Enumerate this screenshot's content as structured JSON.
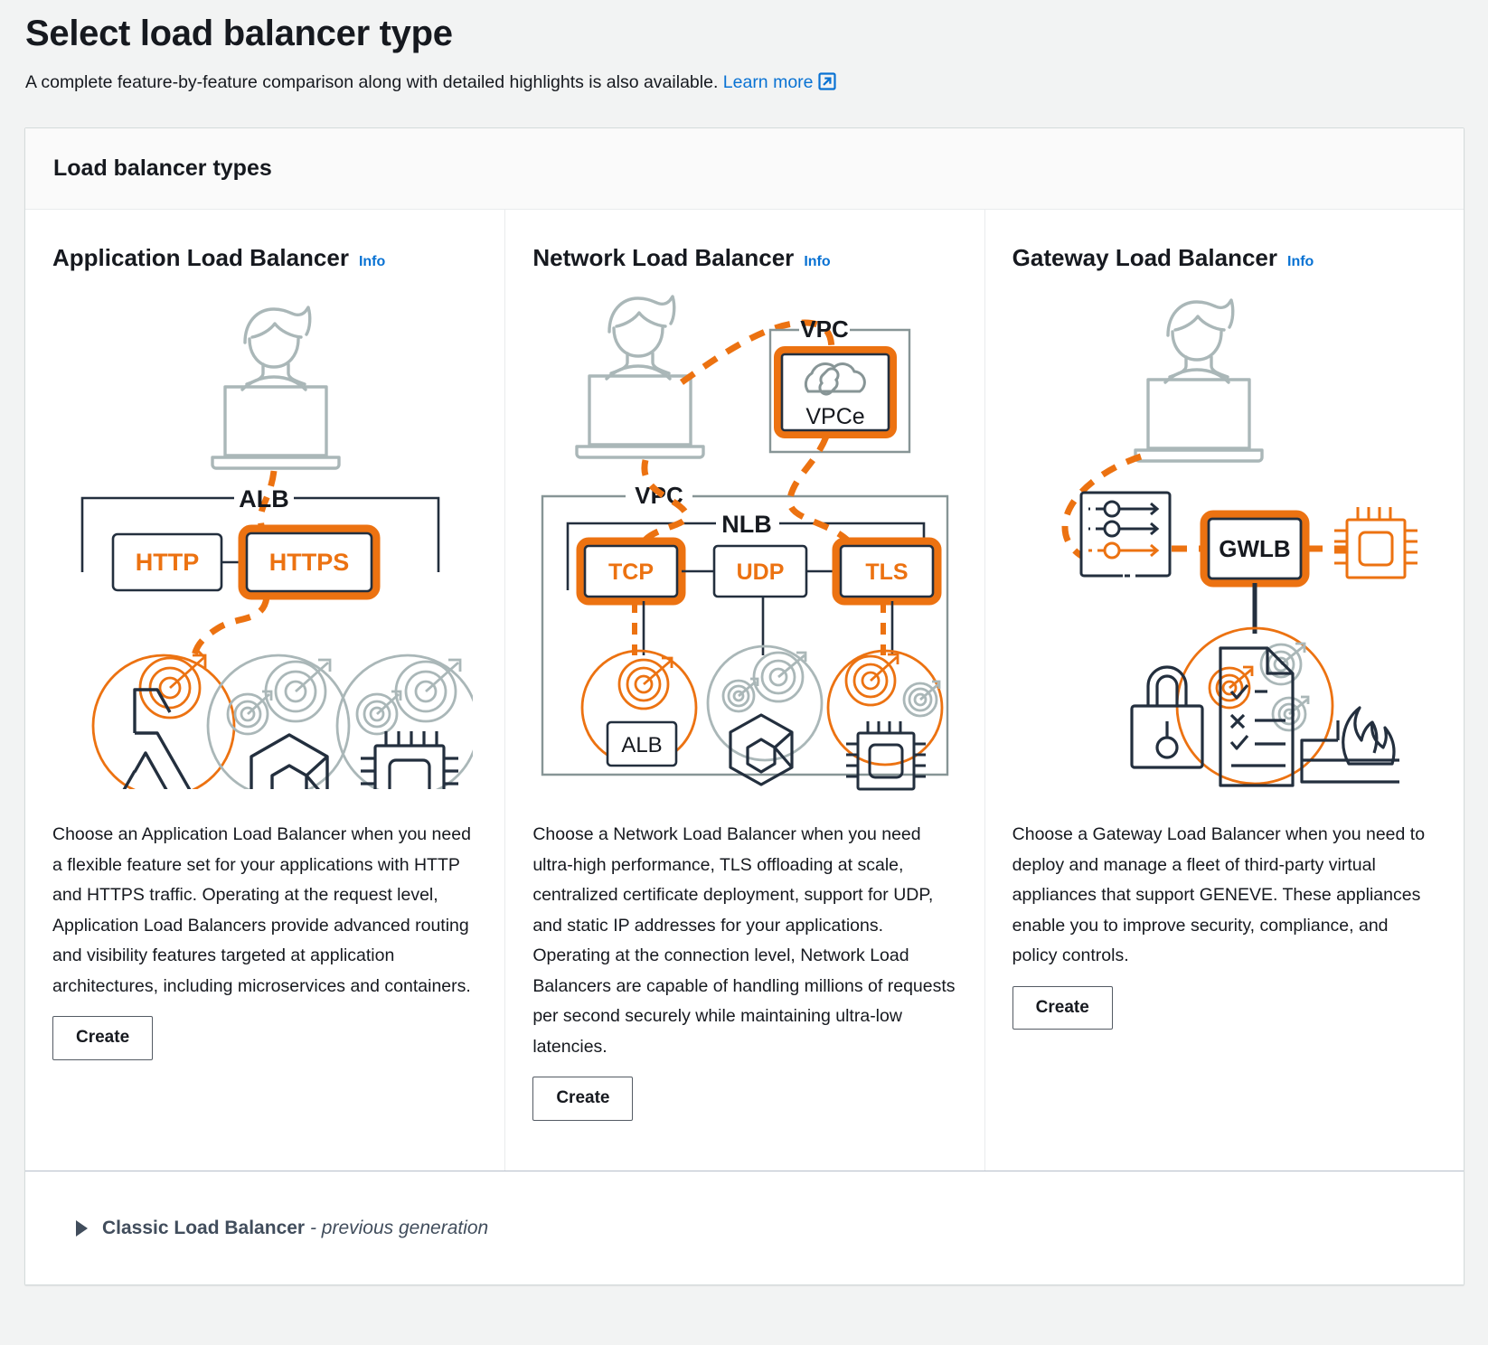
{
  "header": {
    "title": "Select load balancer type",
    "subtitle_text": "A complete feature-by-feature comparison along with detailed highlights is also available.",
    "learn_more_label": "Learn more",
    "external_link_icon": "external-link-icon"
  },
  "card": {
    "section_title": "Load balancer types"
  },
  "columns": [
    {
      "title": "Application Load Balancer",
      "info_label": "Info",
      "description": "Choose an Application Load Balancer when you need a flexible feature set for your applications with HTTP and HTTPS traffic. Operating at the request level, Application Load Balancers provide advanced routing and visibility features targeted at application architectures, including microservices and containers.",
      "create_label": "Create",
      "diagram": {
        "group_label": "ALB",
        "listeners": [
          "HTTP",
          "HTTPS"
        ],
        "selected_listener": "HTTPS",
        "targets": [
          "lambda-icon",
          "container-icon",
          "instance-icon"
        ],
        "selected_target": "lambda-icon",
        "actor": "user-at-laptop-icon"
      }
    },
    {
      "title": "Network Load Balancer",
      "info_label": "Info",
      "description": "Choose a Network Load Balancer when you need ultra-high performance, TLS offloading at scale, centralized certificate deployment, support for UDP, and static IP addresses for your applications. Operating at the connection level, Network Load Balancers are capable of handling millions of requests per second securely while maintaining ultra-low latencies.",
      "create_label": "Create",
      "diagram": {
        "vpc_label_top": "VPC",
        "vpce_label": "VPCe",
        "vpc_label_main": "VPC",
        "group_label": "NLB",
        "listeners": [
          "TCP",
          "UDP",
          "TLS"
        ],
        "selected_listeners": [
          "TCP",
          "TLS"
        ],
        "target_alb_label": "ALB",
        "targets": [
          "alb-icon",
          "container-icon",
          "instance-icon"
        ],
        "actor": "user-at-laptop-icon"
      }
    },
    {
      "title": "Gateway Load Balancer",
      "info_label": "Info",
      "description": "Choose a Gateway Load Balancer when you need to deploy and manage a fleet of third-party virtual appliances that support GENEVE. These appliances enable you to improve security, compliance, and policy controls.",
      "create_label": "Create",
      "diagram": {
        "group_label": "GWLB",
        "routes_icon": "route-table-icon",
        "instance_icon": "instance-icon",
        "appliance_icons": [
          "lock-icon",
          "compliance-document-icon",
          "firewall-icon"
        ],
        "actor": "user-at-laptop-icon"
      }
    }
  ],
  "footer": {
    "expander_label": "Classic Load Balancer",
    "expander_suffix": " - previous generation",
    "caret_icon": "caret-right-icon"
  },
  "colors": {
    "accent_orange": "#ec7211",
    "link_blue": "#0972d3",
    "text_dark": "#16191f",
    "gray_line": "#879596",
    "border": "#d5dbdb"
  }
}
